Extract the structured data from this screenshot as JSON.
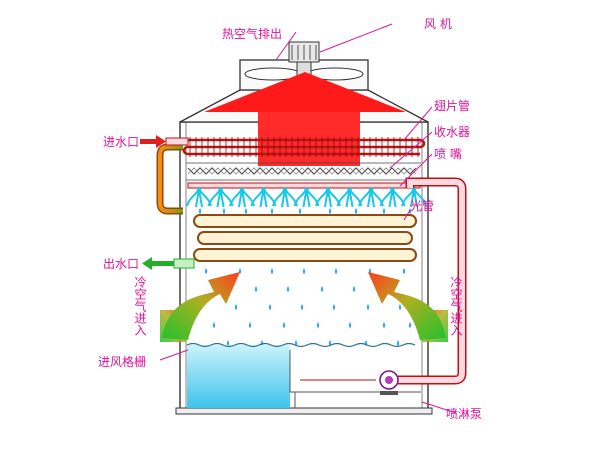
{
  "labels": {
    "hot_air_exhaust": "热空气排出",
    "fan": "风 机",
    "finned_tube": "翅片管",
    "drift_eliminator": "收水器",
    "spray_nozzle": "喷 嘴",
    "bare_tube": "光管",
    "water_inlet": "进水口",
    "water_outlet": "出水口",
    "cold_air_in_left": "冷空气进入",
    "cold_air_in_right": "冷空气进入",
    "air_inlet_louver": "进风格栅",
    "spray_pump": "喷淋泵"
  },
  "colors": {
    "label_text": "#e0149a",
    "leader_line": "#e0149a",
    "hot_air": "#ff1a1a",
    "cold_air_gradient": [
      "#1fbf2f",
      "#ff3a1a"
    ],
    "spray_mist": "#19c8e6",
    "water_drops": "#33aaf2",
    "basin_water": "#8ee6f8",
    "pipe_outline": "#c01010",
    "pipe_fill": "#ffd9e2",
    "inlet_arrow": "#e02020",
    "outlet_arrow": "#22b02a"
  }
}
